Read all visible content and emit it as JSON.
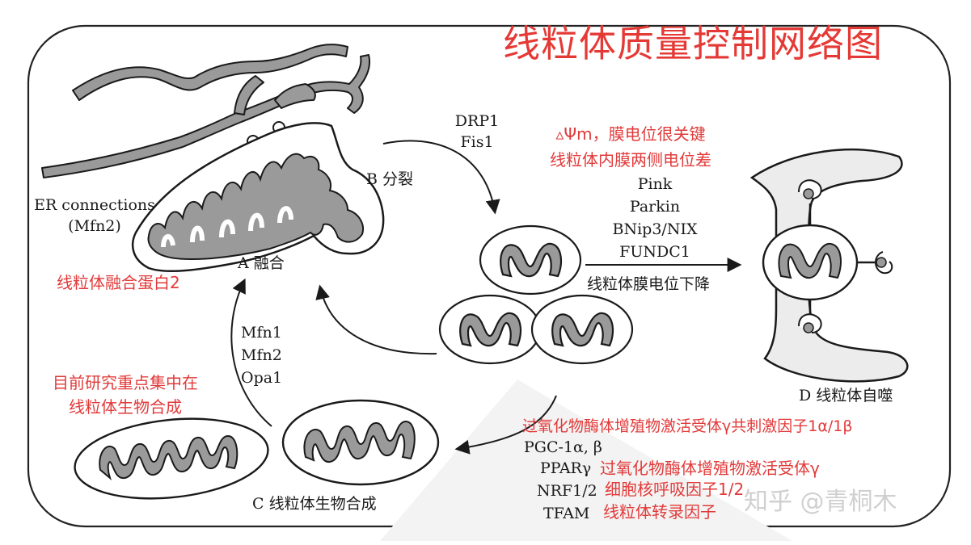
{
  "title": "线粒体质量控制网络图",
  "stage_a": {
    "er_label": "ER connections",
    "mfn2_label": "(Mfn2)",
    "caption": "A 融合",
    "note": "线粒体融合蛋白2"
  },
  "stage_b": {
    "proteins": [
      "DRP1",
      "Fis1"
    ],
    "caption": "B 分裂"
  },
  "stage_c": {
    "caption": "C 线粒体生物合成",
    "note_lines": [
      "目前研究重点集中在",
      "线粒体生物合成"
    ],
    "fusion_proteins": [
      "Mfn1",
      "Mfn2",
      "Opa1"
    ]
  },
  "stage_d": {
    "caption": "D 线粒体自噬",
    "note_lines": [
      "▵Ψm，膜电位很关键",
      "线粒体内膜两侧电位差"
    ],
    "proteins": [
      "Pink",
      "Parkin",
      "BNip3/NIX",
      "FUNDC1"
    ],
    "arrow_label": "线粒体膜电位下降"
  },
  "biogenesis": {
    "pgc_note": "过氧化物酶体增殖物激活受体γ共刺激因子1α/1β",
    "factors": [
      {
        "name": "PGC-1α, β",
        "note": ""
      },
      {
        "name": "PPARγ",
        "note": "过氧化物酶体增殖物激活受体γ"
      },
      {
        "name": "NRF1/2",
        "note": "细胞核呼吸因子1/2"
      },
      {
        "name": "TFAM",
        "note": "线粒体转录因子"
      }
    ]
  },
  "watermark": "知乎 @青桐木",
  "colors": {
    "annotation": "#e23a3a",
    "title": "#e53935",
    "matrix": "#9a9a9a",
    "line": "#1a1a1a"
  }
}
